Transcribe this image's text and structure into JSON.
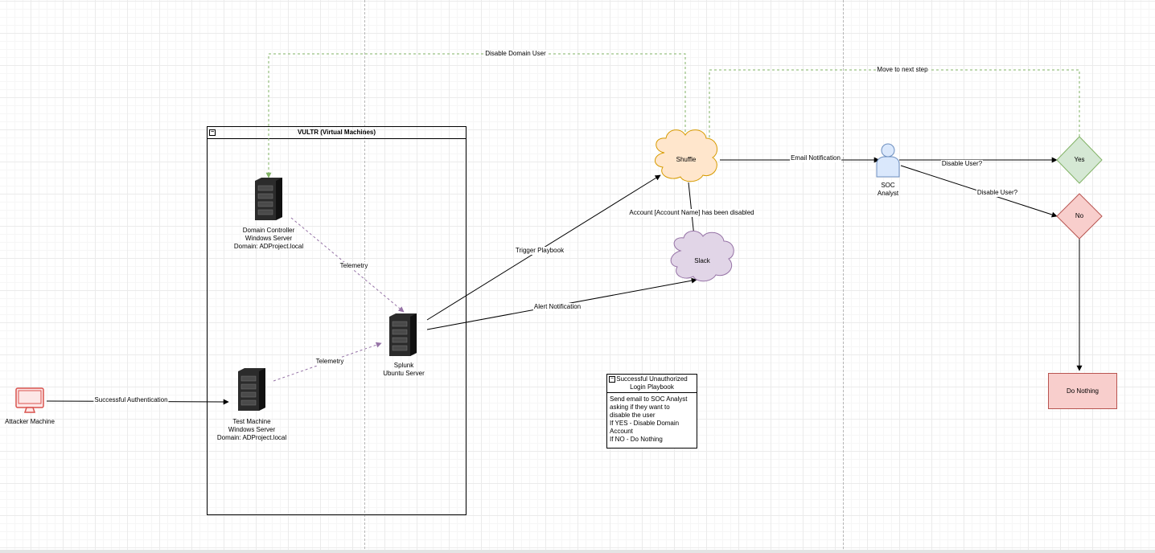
{
  "colors": {
    "server": "#2b2b2b",
    "shuffle_fill": "#ffe6cc",
    "shuffle_stroke": "#d79b00",
    "slack_fill": "#e1d5e7",
    "slack_stroke": "#9673a6",
    "analyst_fill": "#dae8fc",
    "analyst_stroke": "#6c8ebf",
    "yes_fill": "#d5e8d4",
    "yes_stroke": "#82b366",
    "no_fill": "#f8cecc",
    "no_stroke": "#b85450",
    "attacker_stroke": "#d9534f",
    "telemetry_edge": "#9673a6",
    "feedback_edge": "#82b366"
  },
  "container": {
    "title": "VULTR (Virtual Machines)"
  },
  "nodes": {
    "domain_controller": {
      "label": "Domain Controller\nWindows Server\nDomain: ADProject.local",
      "icon": "server-icon"
    },
    "test_machine": {
      "label": "Test Machine\nWindows Server\nDomain: ADProject.local",
      "icon": "server-icon"
    },
    "splunk": {
      "label": "Splunk\nUbuntu Server",
      "icon": "server-icon"
    },
    "attacker": {
      "label": "Attacker Machine",
      "icon": "monitor-icon"
    },
    "shuffle": {
      "label": "Shuffle"
    },
    "slack": {
      "label": "Slack"
    },
    "analyst": {
      "label": "SOC\nAnalyst",
      "icon": "person-icon"
    },
    "yes": {
      "label": "Yes"
    },
    "no": {
      "label": "No"
    },
    "do_nothing": {
      "label": "Do Nothing"
    }
  },
  "edges": {
    "successful_auth": "Successful Authentication",
    "telemetry_test": "Telemetry",
    "telemetry_dc": "Telemetry",
    "trigger_playbook": "Trigger Playbook",
    "alert_notification": "Alert Notification",
    "account_disabled": "Account [Account Name] has been disabled",
    "email_notification": "Email Notification",
    "disable_user_yes": "Disable User?",
    "disable_user_no": "Disable User?",
    "disable_domain_user": "Disable Domain User",
    "move_next_step": "Move to next step"
  },
  "note": {
    "title": "Successful Unauthorized\nLogin Playbook",
    "body": "Send email to SOC Analyst\nasking if they want to\ndisable the user\nIf YES - Disable Domain\nAccount\nIf NO - Do Nothing"
  }
}
